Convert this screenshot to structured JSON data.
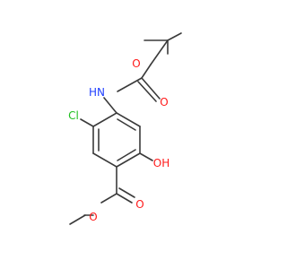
{
  "molecule": {
    "atoms": {
      "nh": {
        "label": "HN",
        "color": "#1f3fff"
      },
      "o_ester_boc": {
        "label": "O",
        "color": "#ff1a1a"
      },
      "o_carbonyl_boc": {
        "label": "O",
        "color": "#ff1a1a"
      },
      "cl": {
        "label": "Cl",
        "color": "#1fbf1f"
      },
      "oh": {
        "label": "OH",
        "color": "#ff1a1a"
      },
      "o_carbonyl_ester": {
        "label": "O",
        "color": "#ff1a1a"
      },
      "o_ester_methyl": {
        "label": "O",
        "color": "#ff1a1a"
      }
    },
    "bond_color": "#3a3a3a"
  }
}
